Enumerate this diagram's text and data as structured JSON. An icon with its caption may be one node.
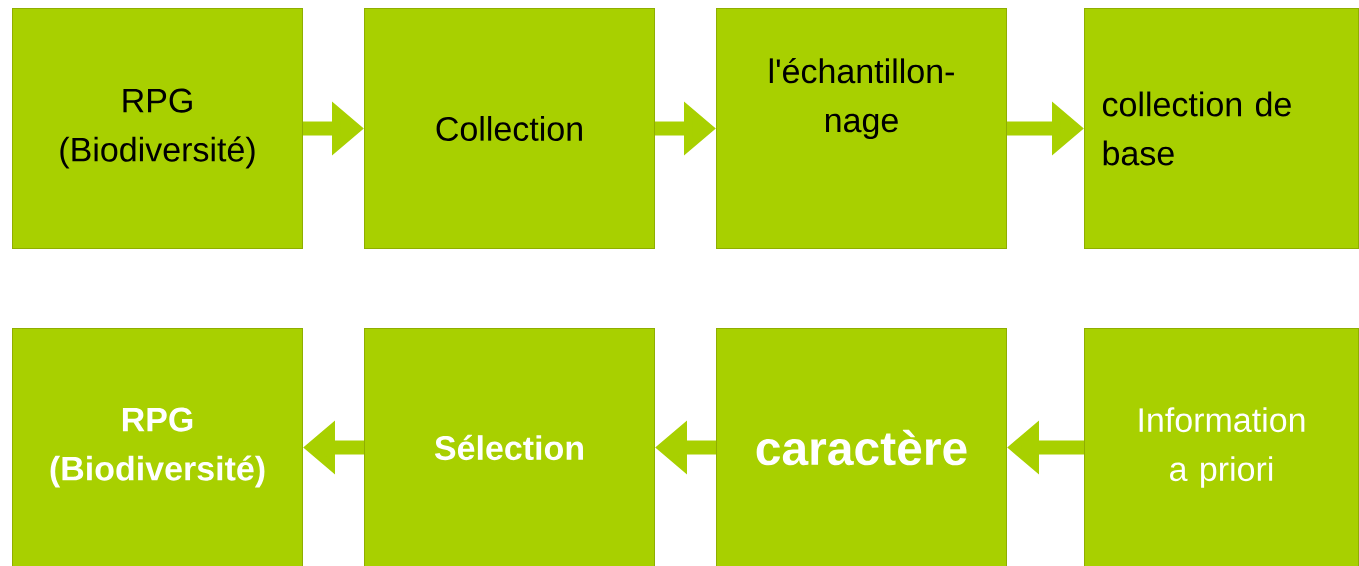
{
  "diagram": {
    "nodes": [
      {
        "text": [
          "RPG (Biodiversité)"
        ]
      },
      {
        "text": [
          "Collection"
        ]
      },
      {
        "text": [
          "l'échantillon-nage"
        ]
      },
      {
        "text": [
          "collection de base"
        ]
      },
      {
        "text": [
          "RPG (Biodiversité)"
        ]
      },
      {
        "text": [
          "Sélection"
        ]
      },
      {
        "text": [
          "caractère"
        ]
      },
      {
        "text": [
          "Information a priori"
        ]
      }
    ],
    "edges": [
      {
        "from": 0,
        "to": 1,
        "arrow": "to"
      },
      {
        "from": 1,
        "to": 2,
        "arrow": "to"
      },
      {
        "from": 2,
        "to": 3,
        "arrow": "to"
      },
      {
        "from": 7,
        "to": 6,
        "arrow": "to"
      },
      {
        "from": 6,
        "to": 5,
        "arrow": "to"
      },
      {
        "from": 5,
        "to": 4,
        "arrow": "to"
      }
    ]
  }
}
